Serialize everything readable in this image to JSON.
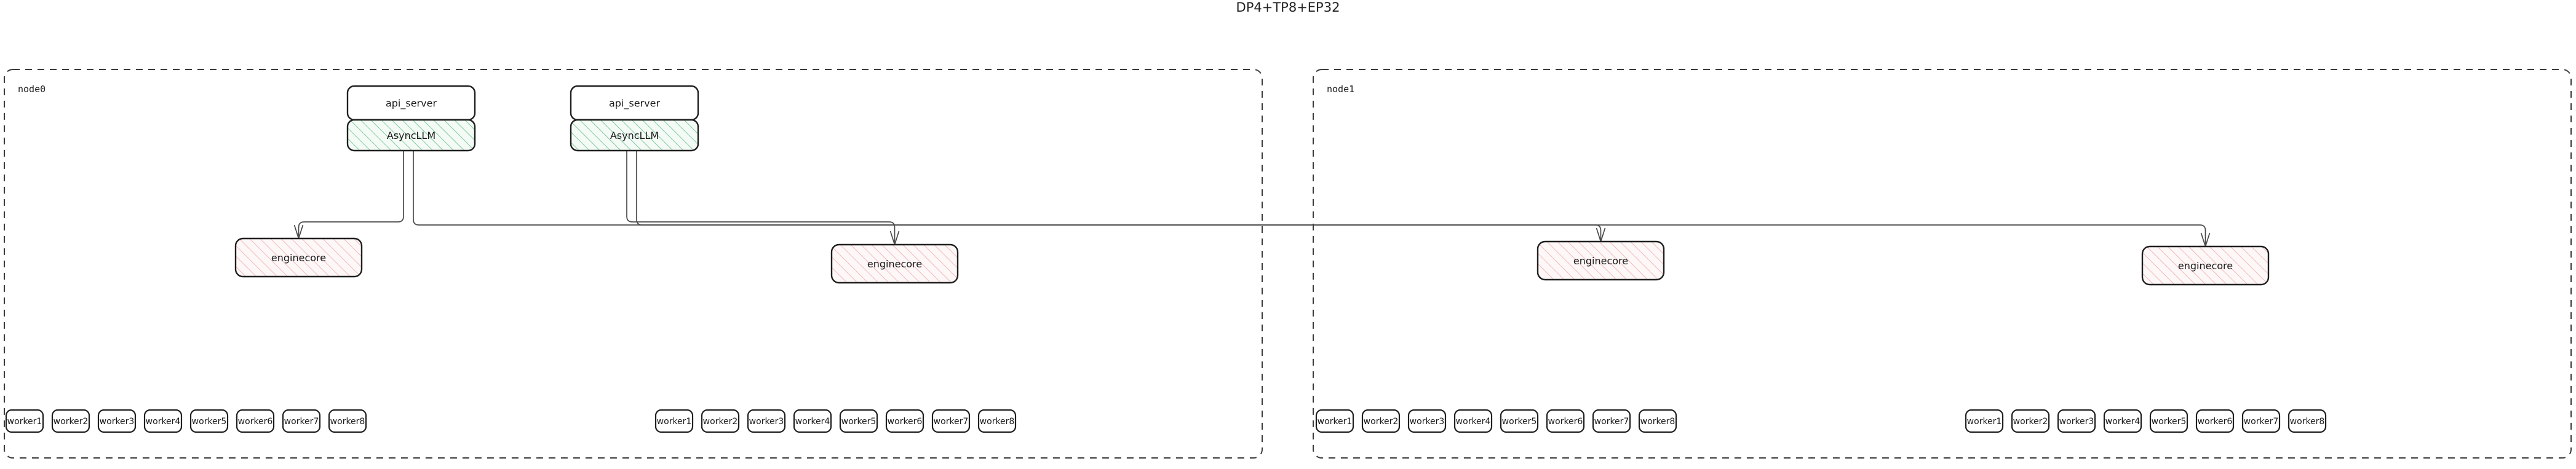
{
  "title": "DP4+TP8+EP32",
  "colors": {
    "background": "#ffffff",
    "cluster_border": "#3b3b3b",
    "box_border": "#1f1f1f",
    "async_fill": "#f2fbf4",
    "async_hatch": "#5cb87a",
    "engine_fill": "#fdf6f6",
    "engine_hatch": "#e8a0a0",
    "edge": "#4a4a4a",
    "text": "#1a1a1a"
  },
  "clusters": [
    {
      "label": "node0",
      "frontends": [
        {
          "api_server": "api_server",
          "async_llm": "AsyncLLM"
        },
        {
          "api_server": "api_server",
          "async_llm": "AsyncLLM"
        }
      ],
      "enginecores": [
        {
          "label": "enginecore"
        },
        {
          "label": "enginecore"
        }
      ],
      "worker_groups": [
        {
          "workers": [
            "worker1",
            "worker2",
            "worker3",
            "worker4",
            "worker5",
            "worker6",
            "worker7",
            "worker8"
          ]
        },
        {
          "workers": [
            "worker1",
            "worker2",
            "worker3",
            "worker4",
            "worker5",
            "worker6",
            "worker7",
            "worker8"
          ]
        }
      ]
    },
    {
      "label": "node1",
      "frontends": [],
      "enginecores": [
        {
          "label": "enginecore"
        },
        {
          "label": "enginecore"
        }
      ],
      "worker_groups": [
        {
          "workers": [
            "worker1",
            "worker2",
            "worker3",
            "worker4",
            "worker5",
            "worker6",
            "worker7",
            "worker8"
          ]
        },
        {
          "workers": [
            "worker1",
            "worker2",
            "worker3",
            "worker4",
            "worker5",
            "worker6",
            "worker7",
            "worker8"
          ]
        }
      ]
    }
  ]
}
